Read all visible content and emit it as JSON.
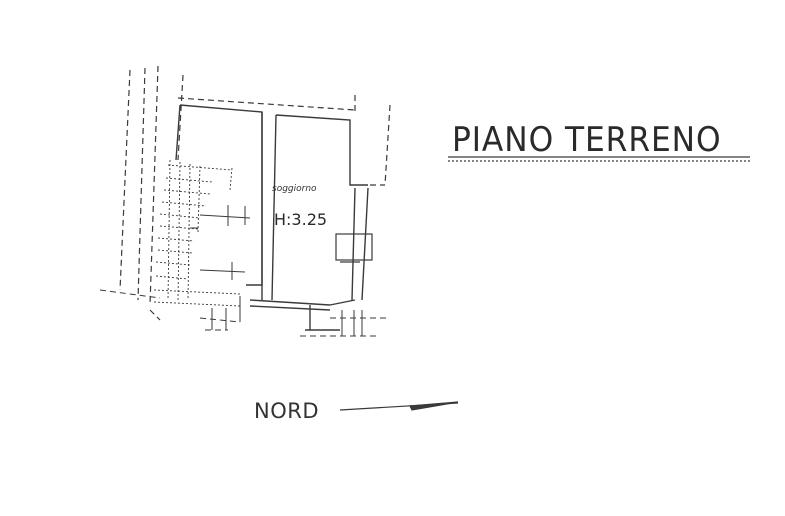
{
  "drawing": {
    "title": "PIANO TERRENO",
    "room_name": "soggiorno",
    "room_height": "H:3.25",
    "north_label": "NORD"
  },
  "colors": {
    "ink": "#2a2a2a",
    "paper": "#ffffff"
  }
}
